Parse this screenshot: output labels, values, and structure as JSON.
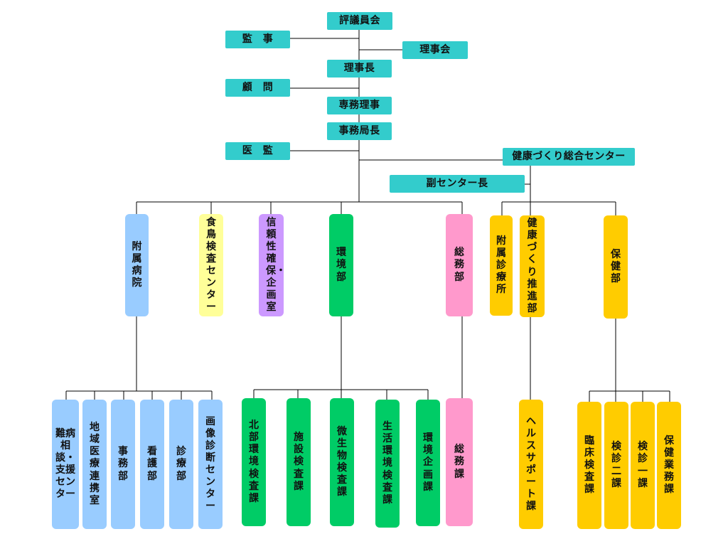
{
  "colors": {
    "board": "#33cccc",
    "hospital": "#99ccff",
    "food": "#ffff99",
    "reliability": "#cc99ff",
    "environment": "#00cc66",
    "general_affairs": "#ff99cc",
    "health": "#ffcc00",
    "line": "#000000"
  },
  "top": {
    "councilors": "評議員会",
    "auditor": "監　事",
    "board": "理事会",
    "chairman": "理事長",
    "advisor": "顧　問",
    "managing_director": "専務理事",
    "secretary_general": "事務局長",
    "medical_supervisor": "医　監",
    "health_center": "健康づくり総合センター",
    "deputy_director": "副センター長"
  },
  "departments": {
    "hospital": "附属病院",
    "food": "食鳥検査センター",
    "reliability": "信頼性確保・企画室",
    "environment": "環境部",
    "general_affairs": "総務部",
    "clinic": "附属診療所",
    "health_promo": "健康づくり推進部",
    "health": "保健部"
  },
  "sections": {
    "hospital": [
      "難病相談・支援センター",
      "地域医療連携室",
      "事務部",
      "看護部",
      "診療部",
      "画像診断センター"
    ],
    "environment": [
      "北部環境検査課",
      "施設検査課",
      "微生物検査課",
      "生活環境検査課",
      "環境企画課"
    ],
    "general_affairs": [
      "総務課"
    ],
    "health_promo": [
      "ヘルスサポート課"
    ],
    "health": [
      "臨床検査課",
      "検診二課",
      "検診一課",
      "保健業務課"
    ]
  }
}
